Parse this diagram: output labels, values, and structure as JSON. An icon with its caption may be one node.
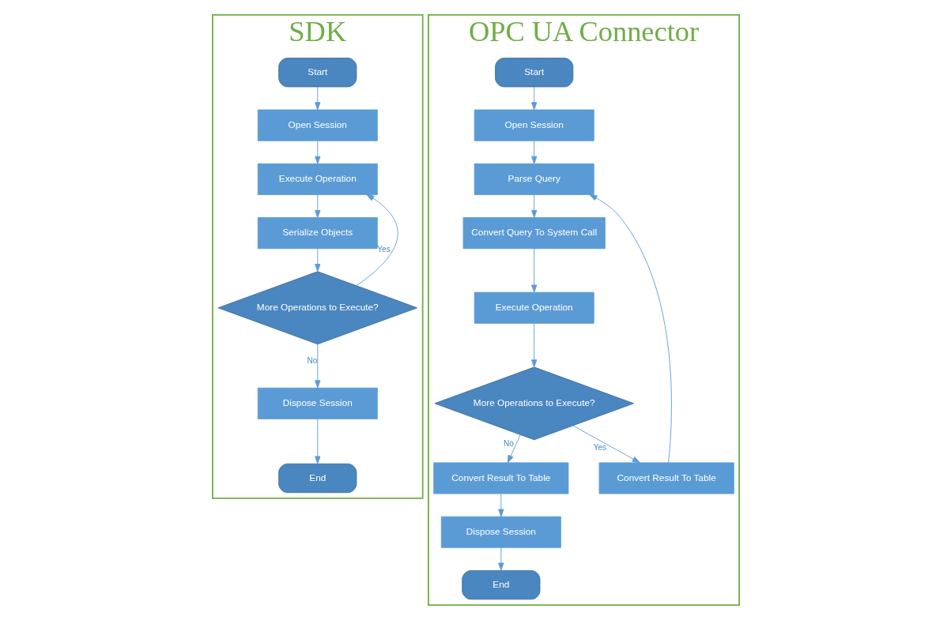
{
  "diagram": {
    "nodes": [
      {
        "text": [
          "SDK"
        ]
      },
      {
        "text": [
          "Start"
        ],
        "in": 0
      },
      {
        "text": [
          "Open Session"
        ],
        "in": 0
      },
      {
        "text": [
          "Execute Operation"
        ],
        "in": 0
      },
      {
        "text": [
          "Serialize Objects"
        ],
        "in": 0
      },
      {
        "text": [
          "More Operations to Execute?"
        ],
        "in": 0
      },
      {
        "text": [
          "Dispose Session"
        ],
        "in": 0
      },
      {
        "text": [
          "End"
        ],
        "in": 0
      },
      {
        "text": [
          "OPC UA Connector"
        ]
      },
      {
        "text": [
          "Start"
        ],
        "in": 8
      },
      {
        "text": [
          "Open Session"
        ],
        "in": 8
      },
      {
        "text": [
          "Parse Query"
        ],
        "in": 8
      },
      {
        "text": [
          "Convert Query To System Call"
        ],
        "in": 8
      },
      {
        "text": [
          "Execute Operation"
        ],
        "in": 8
      },
      {
        "text": [
          "More Operations to Execute?"
        ],
        "in": 8
      },
      {
        "text": [
          "Convert Result To Table"
        ],
        "in": 8
      },
      {
        "text": [
          "Convert Result To Table"
        ],
        "in": 8
      },
      {
        "text": [
          "Dispose Session"
        ],
        "in": 8
      },
      {
        "text": [
          "End"
        ],
        "in": 8
      }
    ],
    "edges": [
      {
        "from": 1,
        "to": 2,
        "arrow": "to"
      },
      {
        "from": 2,
        "to": 3,
        "arrow": "to"
      },
      {
        "from": 3,
        "to": 4,
        "arrow": "to"
      },
      {
        "from": 4,
        "to": 5,
        "arrow": "to"
      },
      {
        "from": 5,
        "to": 3,
        "arrow": "to",
        "label": "Yes"
      },
      {
        "from": 5,
        "to": 6,
        "arrow": "to",
        "label": "No"
      },
      {
        "from": 6,
        "to": 7,
        "arrow": "to"
      },
      {
        "from": 9,
        "to": 10,
        "arrow": "to"
      },
      {
        "from": 10,
        "to": 11,
        "arrow": "to"
      },
      {
        "from": 11,
        "to": 12,
        "arrow": "to"
      },
      {
        "from": 12,
        "to": 13,
        "arrow": "to"
      },
      {
        "from": 13,
        "to": 14,
        "arrow": "to"
      },
      {
        "from": 14,
        "to": 15,
        "arrow": "to",
        "label": "No"
      },
      {
        "from": 14,
        "to": 16,
        "arrow": "to",
        "label": "Yes"
      },
      {
        "from": 16,
        "to": 11,
        "arrow": "to"
      },
      {
        "from": 15,
        "to": 17,
        "arrow": "to"
      },
      {
        "from": 17,
        "to": 18,
        "arrow": "to"
      }
    ]
  }
}
